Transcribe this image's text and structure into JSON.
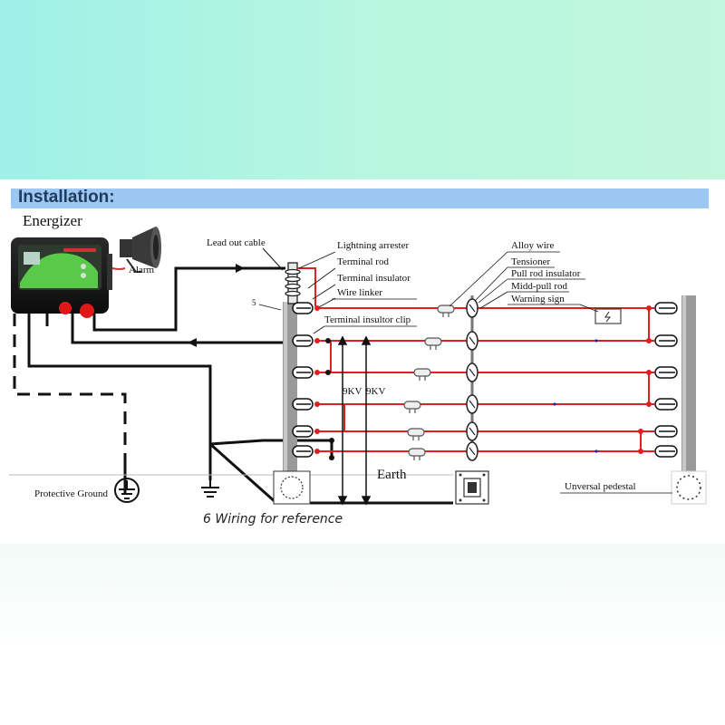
{
  "header": {
    "title": "Installation:"
  },
  "energizer": {
    "title": "Energizer"
  },
  "labels": {
    "alarm": "Alarm",
    "lead_out_cable": "Lead out cable",
    "lightning_arrester": "Lightning arrester",
    "terminal_rod": "Terminal rod",
    "terminal_insulator": "Terminal insulator",
    "wire_linker": "Wire linker",
    "terminal_insulator_clip": "Terminal insultor clip",
    "alloy_wire": "Alloy wire",
    "tensioner": "Tensioner",
    "pull_rod_insulator": "Pull rod insulator",
    "midd_pull_rod": "Midd-pull rod",
    "warning_sign": "Warning sign",
    "voltage_1": "9KV",
    "voltage_2": "9KV",
    "earth": "Earth",
    "universal_pedestal": "Unversal pedestal",
    "protective_ground": "Protective Ground",
    "post_number": "5"
  },
  "caption": "6 Wiring for reference",
  "colors": {
    "accent_header": "#9cc7f2",
    "live_wire": "#e02020",
    "ground_wire": "#111111",
    "top_band": "#a8f2e6"
  }
}
